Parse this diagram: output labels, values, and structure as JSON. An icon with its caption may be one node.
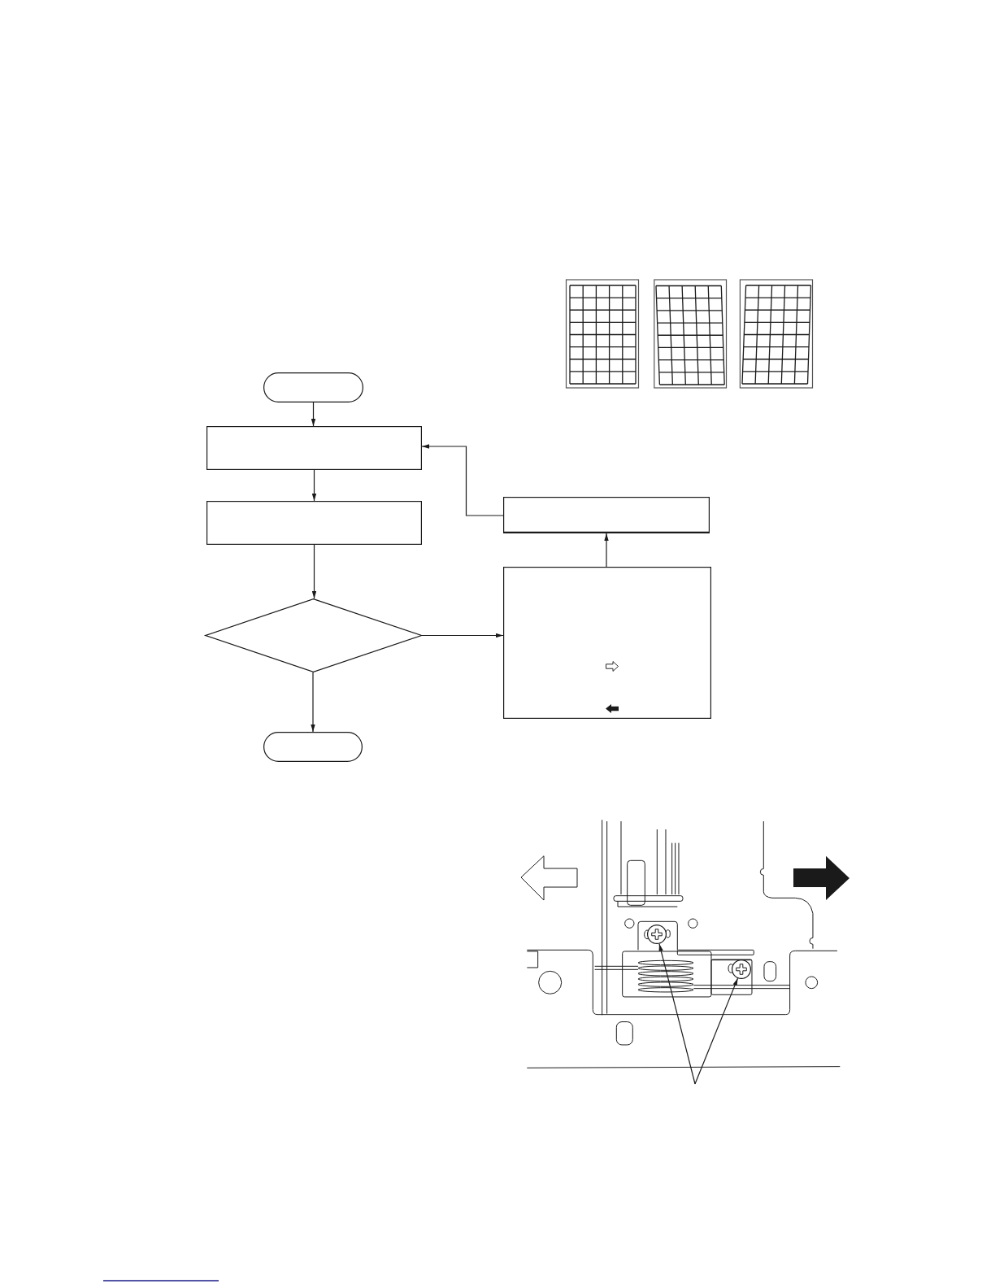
{
  "diagram": {
    "nodes": [
      {
        "text": [],
        "shape": "pill"
      },
      {
        "text": [],
        "shape": "box"
      },
      {
        "text": [],
        "shape": "box"
      },
      {
        "text": [],
        "shape": "diamond"
      },
      {
        "text": [],
        "shape": "pill"
      },
      {
        "text": [],
        "shape": "box"
      },
      {
        "text": [],
        "shape": "box"
      },
      {
        "text": [],
        "shape": "circle"
      },
      {
        "text": [],
        "shape": "circle"
      }
    ],
    "edges": [
      {
        "from": 0,
        "to": 1,
        "arrow": "to"
      },
      {
        "from": 1,
        "to": 2,
        "arrow": "to"
      },
      {
        "from": 2,
        "to": 3,
        "arrow": "to"
      },
      {
        "from": 3,
        "to": 6,
        "arrow": "to"
      },
      {
        "from": 6,
        "to": 5,
        "arrow": "to"
      },
      {
        "from": 5,
        "to": 1,
        "arrow": "to"
      },
      {
        "from": 3,
        "to": 4,
        "arrow": "to"
      },
      {
        "from": null,
        "to": 7,
        "arrow": "to"
      },
      {
        "from": null,
        "to": 8,
        "arrow": "to"
      }
    ]
  }
}
